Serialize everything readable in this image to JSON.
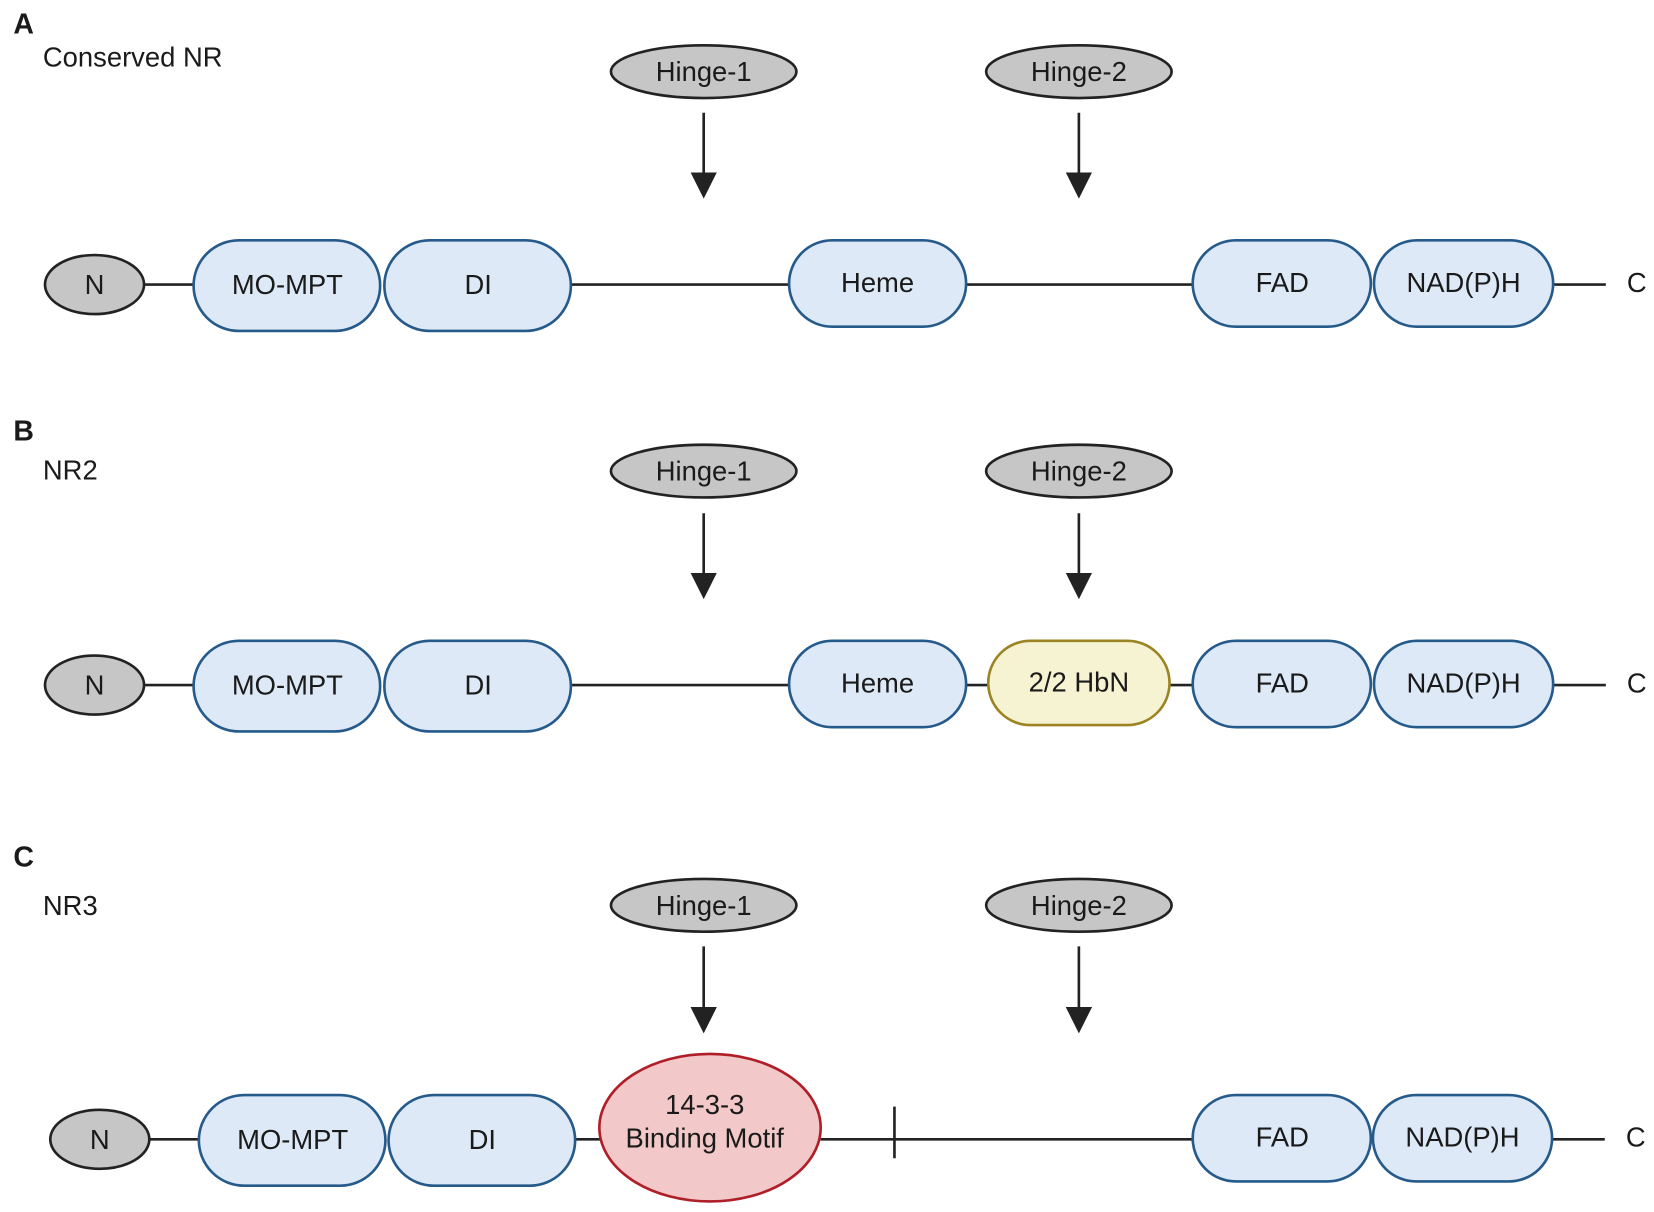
{
  "panels": [
    {
      "letter": "A",
      "title": "Conserved NR"
    },
    {
      "letter": "B",
      "title": "NR2"
    },
    {
      "letter": "C",
      "title": "NR3"
    }
  ],
  "labels": {
    "n_term": "N",
    "c_term": "C",
    "hinge1": "Hinge-1",
    "hinge2": "Hinge-2",
    "mompt": "MO-MPT",
    "di": "DI",
    "heme": "Heme",
    "fad": "FAD",
    "nadph": "NAD(P)H",
    "hbn": "2/2 HbN",
    "motif_line1": "14-3-3",
    "motif_line2": "Binding Motif"
  },
  "colors": {
    "domain": "#dde9f7",
    "hbn": "#f6f3d3",
    "motif": "#f2c8c8",
    "terminal": "#c6c6c6"
  }
}
